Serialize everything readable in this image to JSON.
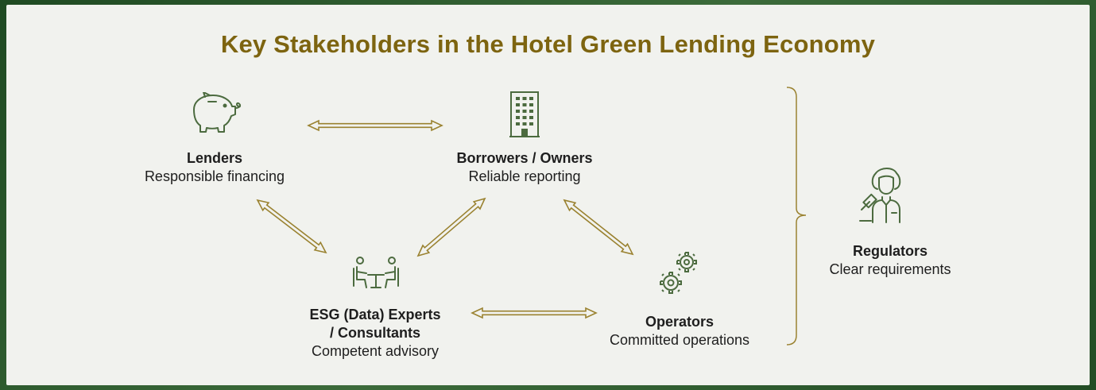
{
  "title": "Key Stakeholders in the Hotel Green Lending Economy",
  "colors": {
    "title": "#7d6410",
    "arrow": "#9a8230",
    "icon": "#4c6b3f",
    "background": "#f1f2ee",
    "frame": "#2f5a2f"
  },
  "nodes": {
    "lenders": {
      "name": "Lenders",
      "desc": "Responsible financing",
      "icon": "piggy-bank-icon"
    },
    "borrowers": {
      "name": "Borrowers / Owners",
      "desc": "Reliable reporting",
      "icon": "building-icon"
    },
    "esg": {
      "name_line1": "ESG (Data) Experts",
      "name_line2": "/ Consultants",
      "desc": "Competent advisory",
      "icon": "meeting-icon"
    },
    "operators": {
      "name": "Operators",
      "desc": "Committed operations",
      "icon": "gears-icon"
    },
    "regulators": {
      "name": "Regulators",
      "desc": "Clear requirements",
      "icon": "judge-icon"
    }
  },
  "connections": [
    {
      "from": "lenders",
      "to": "borrowers"
    },
    {
      "from": "lenders",
      "to": "esg"
    },
    {
      "from": "borrowers",
      "to": "esg"
    },
    {
      "from": "borrowers",
      "to": "operators"
    },
    {
      "from": "esg",
      "to": "operators"
    }
  ]
}
